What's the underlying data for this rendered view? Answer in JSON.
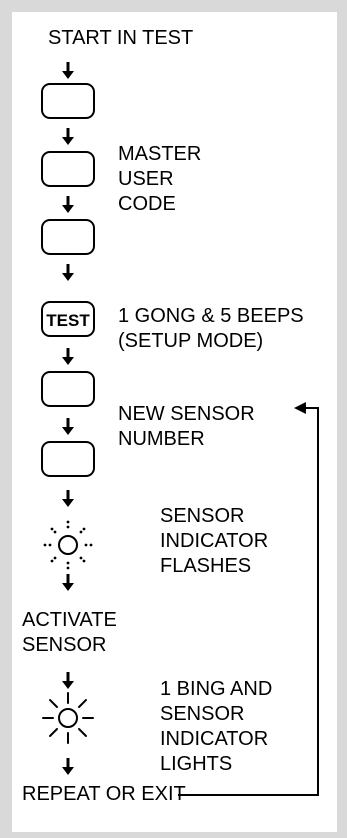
{
  "colors": {
    "frame": "#d9d9d9",
    "panel": "#ffffff",
    "ink": "#000000"
  },
  "steps": {
    "start": "START IN TEST",
    "master_code": [
      "MASTER",
      "USER",
      "CODE"
    ],
    "test_key_label": "TEST",
    "setup_mode": [
      "1 GONG & 5 BEEPS",
      "(SETUP MODE)"
    ],
    "new_sensor": [
      "NEW SENSOR",
      "NUMBER"
    ],
    "indicator_flashes": [
      "SENSOR",
      "INDICATOR",
      "FLASHES"
    ],
    "activate": [
      "ACTIVATE",
      "SENSOR"
    ],
    "indicator_lights": [
      "1 BING AND",
      "SENSOR",
      "INDICATOR",
      "LIGHTS"
    ],
    "repeat": "REPEAT OR EXIT"
  },
  "icons": {
    "down_arrow": "down-arrow-icon",
    "key": "keypad-key-icon",
    "flash": "flashing-indicator-icon",
    "light": "lit-indicator-icon",
    "loop": "loop-back-arrow"
  }
}
